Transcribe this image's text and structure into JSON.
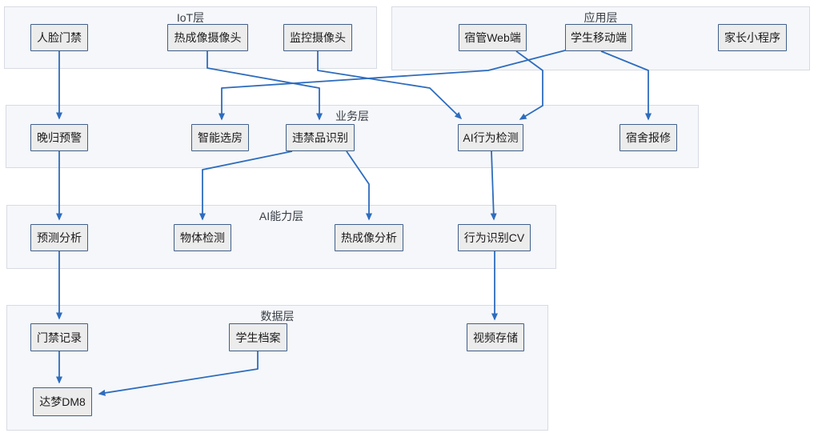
{
  "diagram": {
    "layers": {
      "iot": {
        "label": "IoT层"
      },
      "app": {
        "label": "应用层"
      },
      "biz": {
        "label": "业务层"
      },
      "ai": {
        "label": "AI能力层"
      },
      "data": {
        "label": "数据层"
      }
    },
    "nodes": {
      "face_access": {
        "label": "人脸门禁",
        "layer": "iot"
      },
      "thermal_camera": {
        "label": "热成像摄像头",
        "layer": "iot"
      },
      "cctv_camera": {
        "label": "监控摄像头",
        "layer": "iot"
      },
      "dorm_web": {
        "label": "宿管Web端",
        "layer": "app"
      },
      "student_app": {
        "label": "学生移动端",
        "layer": "app"
      },
      "parent_miniapp": {
        "label": "家长小程序",
        "layer": "app"
      },
      "late_warning": {
        "label": "晚归预警",
        "layer": "biz"
      },
      "smart_room_select": {
        "label": "智能选房",
        "layer": "biz"
      },
      "contraband_detect": {
        "label": "违禁品识别",
        "layer": "biz"
      },
      "ai_behavior_detect": {
        "label": "AI行为检测",
        "layer": "biz"
      },
      "dorm_repair": {
        "label": "宿舍报修",
        "layer": "biz"
      },
      "predict_analysis": {
        "label": "预测分析",
        "layer": "ai"
      },
      "object_detect": {
        "label": "物体检测",
        "layer": "ai"
      },
      "thermal_analysis": {
        "label": "热成像分析",
        "layer": "ai"
      },
      "behavior_cv": {
        "label": "行为识别CV",
        "layer": "ai"
      },
      "access_records": {
        "label": "门禁记录",
        "layer": "data"
      },
      "student_files": {
        "label": "学生档案",
        "layer": "data"
      },
      "video_storage": {
        "label": "视频存储",
        "layer": "data"
      },
      "dameng_dm8": {
        "label": "达梦DM8",
        "layer": "data"
      }
    },
    "edges": [
      {
        "from": "人脸门禁",
        "to": "晚归预警"
      },
      {
        "from": "热成像摄像头",
        "to": "违禁品识别"
      },
      {
        "from": "监控摄像头",
        "to": "AI行为检测"
      },
      {
        "from": "宿管Web端",
        "to": "AI行为检测"
      },
      {
        "from": "学生移动端",
        "to": "智能选房"
      },
      {
        "from": "学生移动端",
        "to": "宿舍报修"
      },
      {
        "from": "晚归预警",
        "to": "预测分析"
      },
      {
        "from": "违禁品识别",
        "to": "物体检测"
      },
      {
        "from": "违禁品识别",
        "to": "热成像分析"
      },
      {
        "from": "AI行为检测",
        "to": "行为识别CV"
      },
      {
        "from": "预测分析",
        "to": "门禁记录"
      },
      {
        "from": "行为识别CV",
        "to": "视频存储"
      },
      {
        "from": "门禁记录",
        "to": "达梦DM8"
      },
      {
        "from": "学生档案",
        "to": "达梦DM8"
      }
    ],
    "colors": {
      "edge": "#2e6cbe",
      "node_fill": "#ececec",
      "node_border": "#3f5f8a",
      "layer_fill": "#f5f7fa",
      "layer_border": "#d7dbe3"
    }
  }
}
